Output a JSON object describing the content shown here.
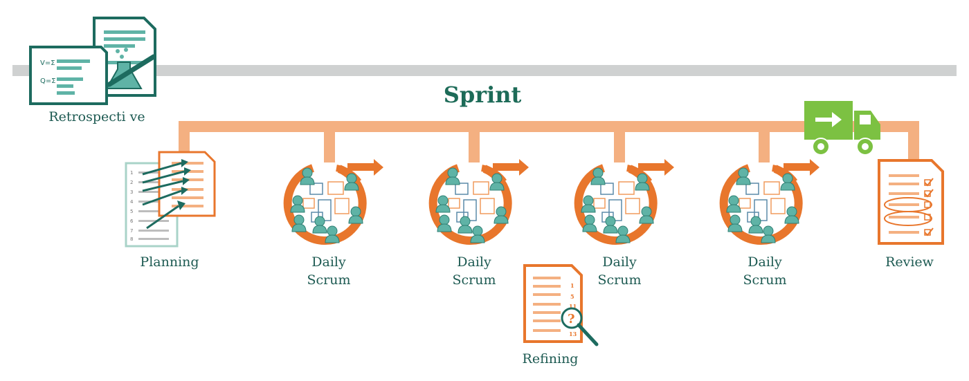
{
  "diagram": {
    "title": "Sprint",
    "labels": {
      "retrospective": "Retrospecti ve",
      "planning": "Planning",
      "daily_scrum_1": "Daily\nScrum",
      "daily_scrum_2": "Daily\nScrum",
      "daily_scrum_3": "Daily\nScrum",
      "daily_scrum_4": "Daily\nScrum",
      "refining": "Refining",
      "review": "Review"
    },
    "retrospective_doc": {
      "formula_1": "V=Σ",
      "formula_2": "Q=Σ"
    },
    "planning_doc": {
      "line_numbers": [
        "1",
        "2",
        "3",
        "4",
        "5",
        "6",
        "7",
        "8"
      ]
    },
    "refining_doc": {
      "estimates": [
        "1",
        "5",
        "11",
        "13"
      ],
      "question_mark": "?"
    },
    "icons": [
      "retrospective-document-icon",
      "planning-documents-icon",
      "daily-scrum-cycle-icon",
      "refining-document-icon",
      "delivery-truck-icon",
      "review-checklist-icon"
    ],
    "colors": {
      "teal": "#1d6b5f",
      "teal_light": "#5fb3a6",
      "orange": "#e8762c",
      "orange_light": "#f4b081",
      "gray_band": "#cfd1d1",
      "green_truck": "#7cc142"
    }
  }
}
